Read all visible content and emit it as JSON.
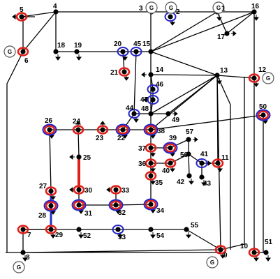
{
  "colors": {
    "line": "#000000",
    "red_ring": "#e0201a",
    "blue_ring": "#2424c8",
    "generator_fill": "#ffffff",
    "thick_red": "#e0201a",
    "thick_blue": "#2030d0"
  },
  "buses": [
    {
      "id": "1",
      "label": "1",
      "ring": "none"
    },
    {
      "id": "2",
      "label": "2",
      "ring": "blue"
    },
    {
      "id": "3",
      "label": "3",
      "ring": "none"
    },
    {
      "id": "4",
      "label": "4",
      "ring": "none"
    },
    {
      "id": "5",
      "label": "5",
      "ring": "red"
    },
    {
      "id": "6",
      "label": "6",
      "ring": "red"
    },
    {
      "id": "7",
      "label": "7",
      "ring": "red"
    },
    {
      "id": "8",
      "label": "8",
      "ring": "none"
    },
    {
      "id": "9",
      "label": "9",
      "ring": "red"
    },
    {
      "id": "10",
      "label": "10",
      "ring": "red"
    },
    {
      "id": "11",
      "label": "11",
      "ring": "red"
    },
    {
      "id": "12",
      "label": "12",
      "ring": "red"
    },
    {
      "id": "13",
      "label": "13",
      "ring": "none"
    },
    {
      "id": "14",
      "label": "14",
      "ring": "none"
    },
    {
      "id": "15",
      "label": "15",
      "ring": "none"
    },
    {
      "id": "16",
      "label": "16",
      "ring": "none"
    },
    {
      "id": "17",
      "label": "17",
      "ring": "none"
    },
    {
      "id": "18",
      "label": "18",
      "ring": "none"
    },
    {
      "id": "19",
      "label": "19",
      "ring": "none"
    },
    {
      "id": "20",
      "label": "20",
      "ring": "blue"
    },
    {
      "id": "21",
      "label": "21",
      "ring": "red"
    },
    {
      "id": "22",
      "label": "22",
      "ring": "both"
    },
    {
      "id": "23",
      "label": "23",
      "ring": "red"
    },
    {
      "id": "24",
      "label": "24",
      "ring": "red"
    },
    {
      "id": "25",
      "label": "25",
      "ring": "none"
    },
    {
      "id": "26",
      "label": "26",
      "ring": "both"
    },
    {
      "id": "27",
      "label": "27",
      "ring": "red"
    },
    {
      "id": "28",
      "label": "28",
      "ring": "both"
    },
    {
      "id": "29",
      "label": "29",
      "ring": "red"
    },
    {
      "id": "30",
      "label": "30",
      "ring": "red"
    },
    {
      "id": "31",
      "label": "31",
      "ring": "both"
    },
    {
      "id": "32",
      "label": "32",
      "ring": "both"
    },
    {
      "id": "33",
      "label": "33",
      "ring": "red"
    },
    {
      "id": "34",
      "label": "34",
      "ring": "both"
    },
    {
      "id": "35",
      "label": "35",
      "ring": "red"
    },
    {
      "id": "36",
      "label": "36",
      "ring": "red"
    },
    {
      "id": "37",
      "label": "37",
      "ring": "red"
    },
    {
      "id": "38",
      "label": "38",
      "ring": "both"
    },
    {
      "id": "39",
      "label": "39",
      "ring": "both"
    },
    {
      "id": "40",
      "label": "40",
      "ring": "red"
    },
    {
      "id": "41",
      "label": "41",
      "ring": "blue"
    },
    {
      "id": "42",
      "label": "42",
      "ring": "none"
    },
    {
      "id": "43",
      "label": "43",
      "ring": "none"
    },
    {
      "id": "44",
      "label": "44",
      "ring": "blue"
    },
    {
      "id": "45",
      "label": "45",
      "ring": "blue"
    },
    {
      "id": "46",
      "label": "46",
      "ring": "blue"
    },
    {
      "id": "47",
      "label": "47",
      "ring": "blue"
    },
    {
      "id": "48",
      "label": "48",
      "ring": "none"
    },
    {
      "id": "49",
      "label": "49",
      "ring": "none"
    },
    {
      "id": "50",
      "label": "50",
      "ring": "both"
    },
    {
      "id": "51",
      "label": "51",
      "ring": "none"
    },
    {
      "id": "52",
      "label": "52",
      "ring": "none"
    },
    {
      "id": "53",
      "label": "53",
      "ring": "blue"
    },
    {
      "id": "54",
      "label": "54",
      "ring": "none"
    },
    {
      "id": "55",
      "label": "55",
      "ring": "none"
    },
    {
      "id": "56",
      "label": "56",
      "ring": "none"
    },
    {
      "id": "57",
      "label": "57",
      "ring": "none"
    }
  ],
  "generators": [
    {
      "bus": "1",
      "label": "G"
    },
    {
      "bus": "2",
      "label": "G"
    },
    {
      "bus": "3",
      "label": "G"
    },
    {
      "bus": "6",
      "label": "G"
    },
    {
      "bus": "8",
      "label": "G"
    },
    {
      "bus": "9",
      "label": "G"
    },
    {
      "bus": "12",
      "label": "G"
    }
  ]
}
